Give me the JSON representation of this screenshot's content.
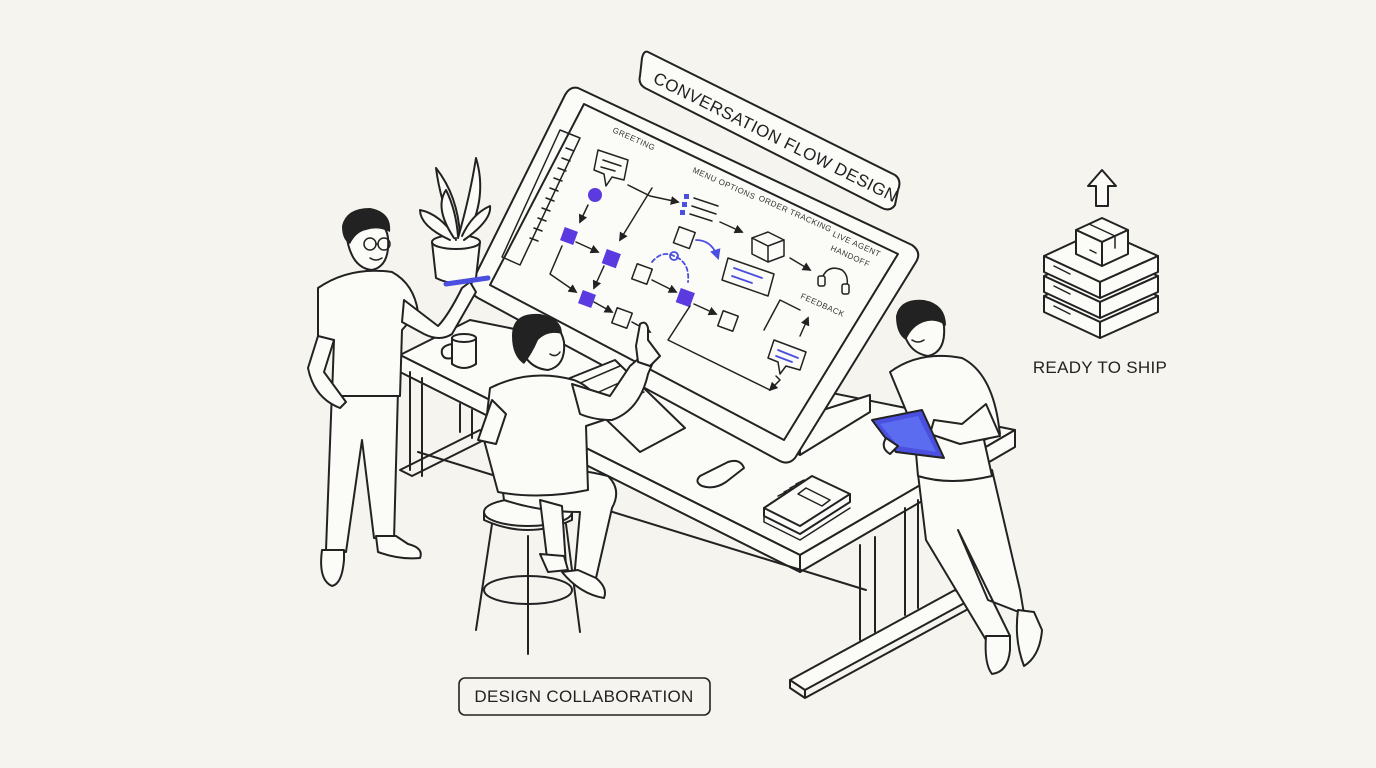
{
  "scene": {
    "banner_title": "CONVERSATION FLOW DESIGN",
    "caption_left": "DESIGN COLLABORATION",
    "caption_right": "READY TO SHIP",
    "board_labels": {
      "greeting": "GREETING",
      "menu_options": "MENU OPTIONS",
      "order_tracking": "ORDER TRACKING",
      "live_agent_1": "LIVE AGENT",
      "live_agent_2": "HANDOFF",
      "feedback": "FEEDBACK"
    }
  },
  "colors": {
    "background": "#f5f4ef",
    "line": "#222222",
    "accent": "#5b3be0",
    "tablet": "#4a4fe0"
  }
}
